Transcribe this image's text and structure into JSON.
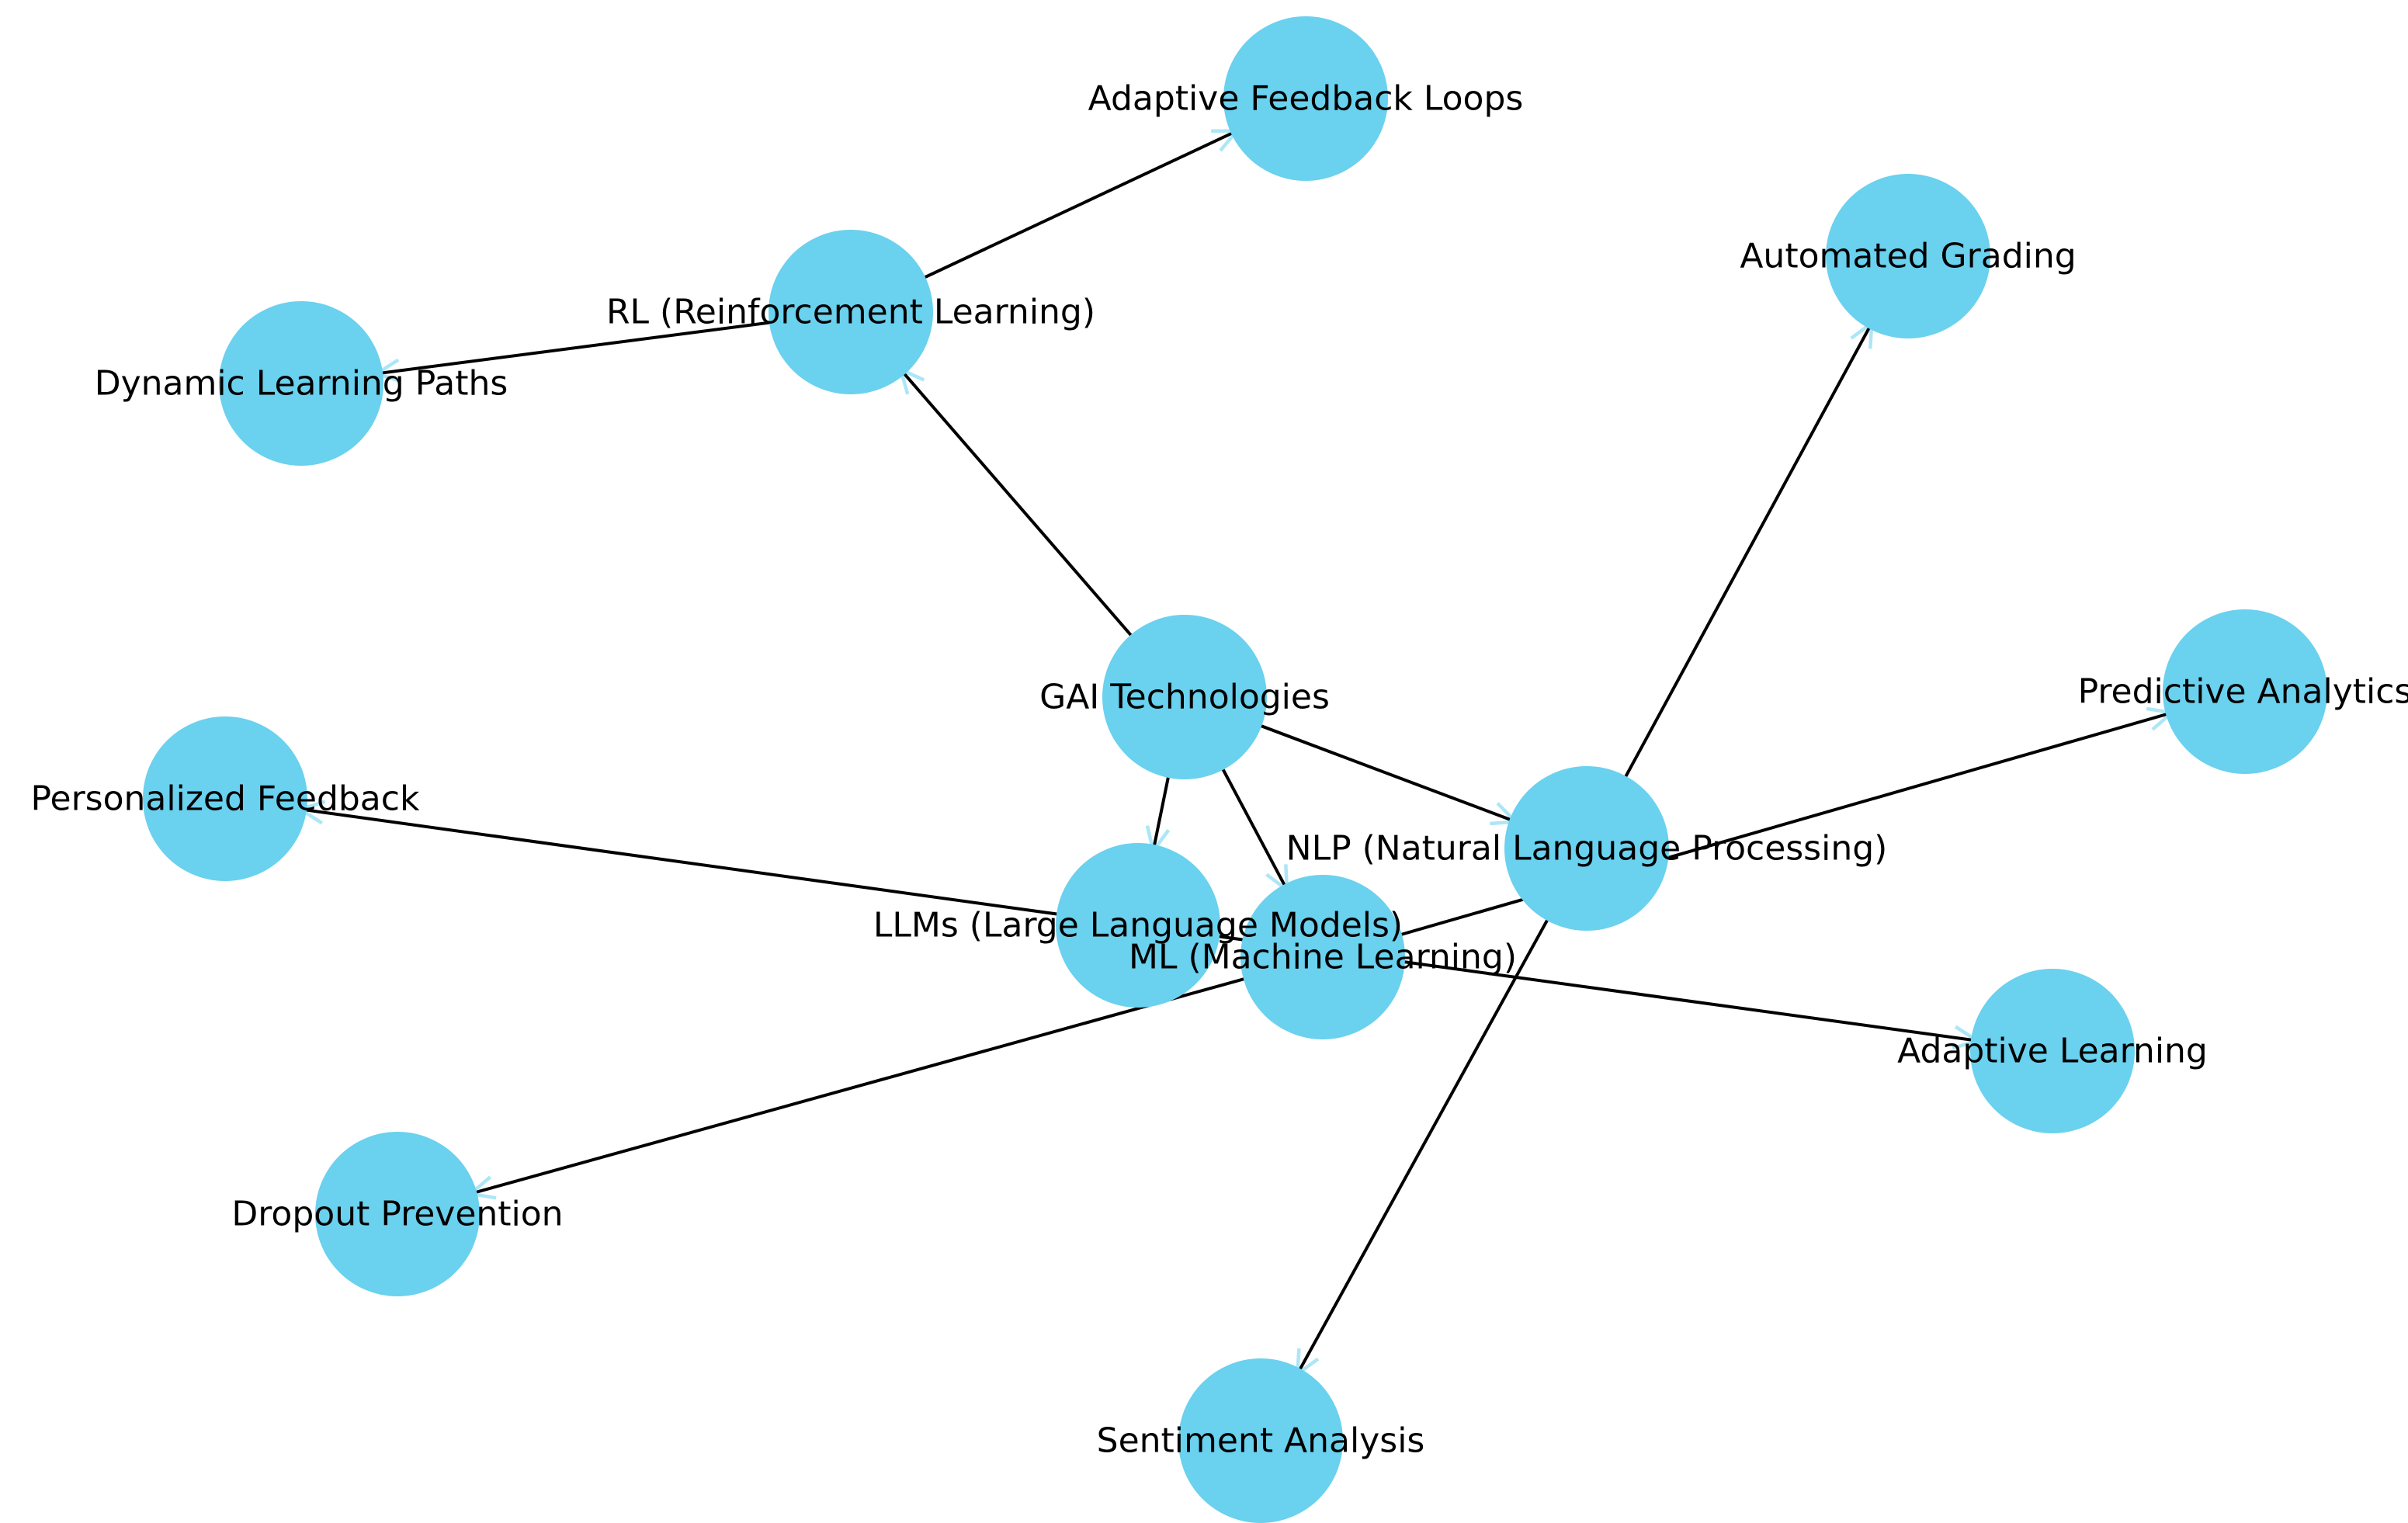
{
  "diagram": {
    "node_color": "#6ad1ee",
    "edge_color": "#000000",
    "nodes": [
      {
        "id": "gai",
        "label": "GAI Technologies"
      },
      {
        "id": "rl",
        "label": "RL (Reinforcement Learning)"
      },
      {
        "id": "afl",
        "label": "Adaptive Feedback Loops"
      },
      {
        "id": "dlp",
        "label": "Dynamic Learning Paths"
      },
      {
        "id": "ag",
        "label": "Automated Grading"
      },
      {
        "id": "pa",
        "label": "Predictive Analytics"
      },
      {
        "id": "pf",
        "label": "Personalized Feedback"
      },
      {
        "id": "nlp",
        "label": "NLP (Natural Language Processing)"
      },
      {
        "id": "llm",
        "label": "LLMs (Large Language Models)"
      },
      {
        "id": "ml",
        "label": "ML (Machine Learning)"
      },
      {
        "id": "al",
        "label": "Adaptive Learning"
      },
      {
        "id": "dp",
        "label": "Dropout Prevention"
      },
      {
        "id": "sa",
        "label": "Sentiment Analysis"
      }
    ],
    "edges": [
      {
        "from": "gai",
        "to": "rl"
      },
      {
        "from": "gai",
        "to": "nlp"
      },
      {
        "from": "gai",
        "to": "llm"
      },
      {
        "from": "gai",
        "to": "ml"
      },
      {
        "from": "rl",
        "to": "afl"
      },
      {
        "from": "rl",
        "to": "dlp"
      },
      {
        "from": "nlp",
        "to": "ag"
      },
      {
        "from": "nlp",
        "to": "sa"
      },
      {
        "from": "ml",
        "to": "pa"
      },
      {
        "from": "ml",
        "to": "dp"
      },
      {
        "from": "llm",
        "to": "pf"
      },
      {
        "from": "llm",
        "to": "al"
      }
    ]
  }
}
